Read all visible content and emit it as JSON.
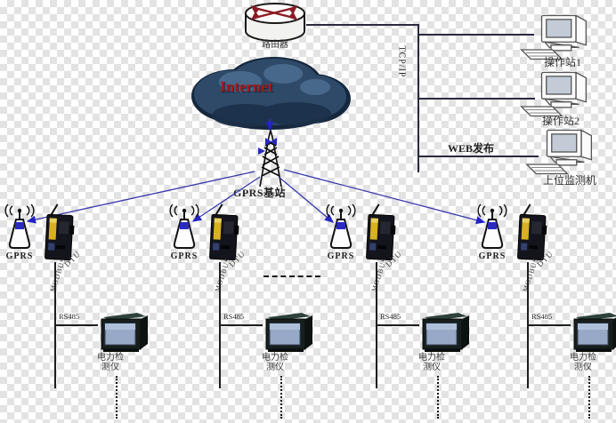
{
  "colors": {
    "link_blue": "#3a3aae",
    "arrow_blue": "#2323c8",
    "line_dark": "#2a2a40",
    "internet_red": "#a31c1c",
    "router_arrow_red": "#8c1a24",
    "dtu_yellow": "#d8b020",
    "cloud_blue": "#2e4a68",
    "meter_screen_blue": "#97a9c6",
    "checker_light": "#ffffff",
    "checker_dark": "#e3e3e3"
  },
  "icons": {
    "router": "router-cylinder-crossed-arrows-icon",
    "internet": "cloud-icon",
    "base_station": "lattice-antenna-tower-icon",
    "branch_antenna": "gprs-antenna-icon",
    "dtu": "dtu-modem-icon",
    "meter": "power-meter-icon",
    "workstation": "desktop-computer-icon"
  },
  "diagram": {
    "router": {
      "label": "路由器"
    },
    "internet_cloud": {
      "label": "Internet"
    },
    "backbone": {
      "protocol_label": "TCP/IP",
      "web_publish_label": "WEB发布"
    },
    "workstations": [
      {
        "label": "操作站1"
      },
      {
        "label": "操作站2"
      },
      {
        "label": "上位监测机"
      }
    ],
    "base_station": {
      "label": "GPRS基站"
    },
    "branches": [
      {
        "antenna_label": "GPRS",
        "modbus_label": "MODBUS",
        "dtu_label": "DTU",
        "bus_label": "RS485",
        "meter_label_line1": "电力检",
        "meter_label_line2": "测仪"
      },
      {
        "antenna_label": "GPRS",
        "modbus_label": "MODBUS",
        "dtu_label": "DTU",
        "bus_label": "RS485",
        "meter_label_line1": "电力检",
        "meter_label_line2": "测仪"
      },
      {
        "antenna_label": "GPRS",
        "modbus_label": "MODBUS",
        "dtu_label": "DTU",
        "bus_label": "RS485",
        "meter_label_line1": "电力检",
        "meter_label_line2": "测仪"
      },
      {
        "antenna_label": "GPRS",
        "modbus_label": "MODBUS",
        "dtu_label": "DTU",
        "bus_label": "RS485",
        "meter_label_line1": "电力检",
        "meter_label_line2": "测仪"
      }
    ]
  }
}
